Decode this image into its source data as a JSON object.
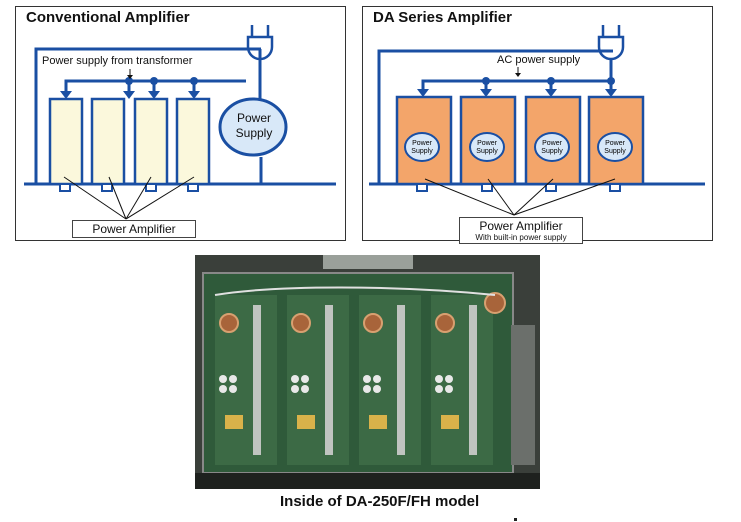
{
  "conventional": {
    "title": "Conventional Amplifier",
    "supply_label": "Power supply from transformer",
    "power_supply_line1": "Power",
    "power_supply_line2": "Supply",
    "amp_label": "Power Amplifier",
    "colors": {
      "line": "#1a4fa3",
      "amp_fill": "#fbf8dc",
      "ps_fill": "#d8e8f8"
    }
  },
  "da_series": {
    "title": "DA Series Amplifier",
    "supply_label": "AC power supply",
    "mini_ps_line1": "Power",
    "mini_ps_line2": "Supply",
    "amp_label": "Power Amplifier",
    "amp_sublabel": "With built-in power supply",
    "colors": {
      "line": "#1a4fa3",
      "amp_fill": "#f3a56a",
      "ps_fill": "#d8e8f8"
    }
  },
  "photo": {
    "caption": "Inside of DA-250F/FH model",
    "icon": "circuit-board-photo"
  }
}
